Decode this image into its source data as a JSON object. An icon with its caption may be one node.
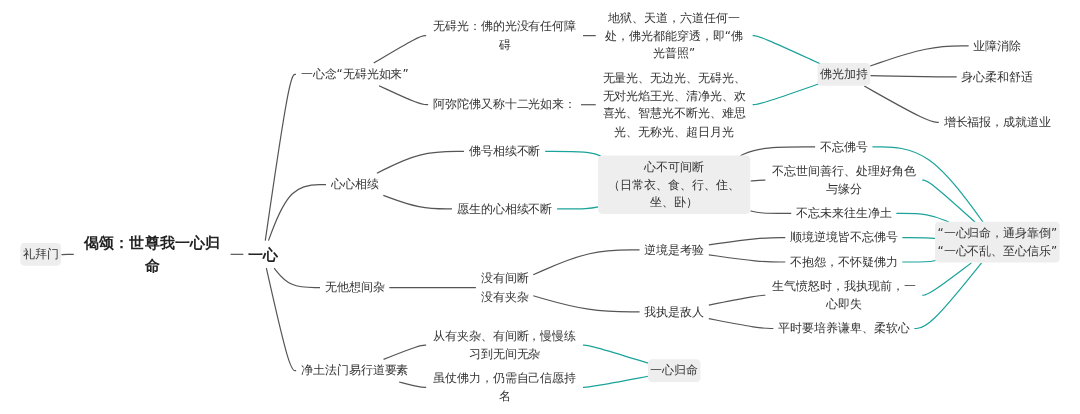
{
  "diagram": {
    "nodes": [
      {
        "text": [
          "礼拜门"
        ]
      },
      {
        "text": [
          "偈颂：世尊我一心归命"
        ]
      },
      {
        "text": [
          "一心"
        ]
      },
      {
        "text": [
          "一心念“无碍光如来”"
        ]
      },
      {
        "text": [
          "无碍光：佛的光没有任何障碍"
        ]
      },
      {
        "text": [
          "地狱、天道，六道任何一处，佛光都能穿透，即“佛光普照”"
        ]
      },
      {
        "text": [
          "阿弥陀佛又称十二光如来："
        ]
      },
      {
        "text": [
          "无量光、无边光、无碍光、无对光焰王光、清净光、欢喜光、智慧光不断光、难思光、无称光、超日月光"
        ]
      },
      {
        "text": [
          "佛光加持"
        ]
      },
      {
        "text": [
          "业障消除"
        ]
      },
      {
        "text": [
          "身心柔和舒适"
        ]
      },
      {
        "text": [
          "增长福报，成就道业"
        ]
      },
      {
        "text": [
          "心心相续"
        ]
      },
      {
        "text": [
          "佛号相续不断"
        ]
      },
      {
        "text": [
          "愿生的心相续不断"
        ]
      },
      {
        "text": [
          "心不可间断",
          "（日常衣、食、行、住、坐、卧）"
        ]
      },
      {
        "text": [
          "不忘佛号"
        ]
      },
      {
        "text": [
          "不忘世间善行、处理好角色与缘分"
        ]
      },
      {
        "text": [
          "不忘未来往生净土"
        ]
      },
      {
        "text": [
          "无他想间杂"
        ]
      },
      {
        "text": [
          "没有间断",
          "没有夹杂"
        ]
      },
      {
        "text": [
          "逆境是考验"
        ]
      },
      {
        "text": [
          "顺境逆境皆不忘佛号"
        ]
      },
      {
        "text": [
          "不抱怨，不怀疑佛力"
        ]
      },
      {
        "text": [
          "我执是敌人"
        ]
      },
      {
        "text": [
          "生气愤怒时，我执现前，一心即失"
        ]
      },
      {
        "text": [
          "平时要培养谦卑、柔软心"
        ]
      },
      {
        "text": [
          "“一心归命，通身靠倒”",
          "“一心不乱、至心信乐”"
        ]
      },
      {
        "text": [
          "净土法门易行道要素"
        ]
      },
      {
        "text": [
          "从有夹杂、有间断，慢慢练习到无间无杂"
        ]
      },
      {
        "text": [
          "虽仗佛力，仍需自己信愿持名"
        ]
      },
      {
        "text": [
          "一心归命"
        ]
      }
    ],
    "edges": [
      {
        "from": 0,
        "to": 1,
        "arrow": "none"
      },
      {
        "from": 1,
        "to": 2,
        "arrow": "none"
      },
      {
        "from": 2,
        "to": 3,
        "arrow": "none"
      },
      {
        "from": 2,
        "to": 12,
        "arrow": "none"
      },
      {
        "from": 2,
        "to": 19,
        "arrow": "none"
      },
      {
        "from": 2,
        "to": 28,
        "arrow": "none"
      },
      {
        "from": 3,
        "to": 4,
        "arrow": "none"
      },
      {
        "from": 3,
        "to": 6,
        "arrow": "none"
      },
      {
        "from": 4,
        "to": 5,
        "arrow": "none"
      },
      {
        "from": 6,
        "to": 7,
        "arrow": "none"
      },
      {
        "from": 5,
        "to": 8,
        "arrow": "none",
        "color": "#1aa39a"
      },
      {
        "from": 7,
        "to": 8,
        "arrow": "none",
        "color": "#1aa39a"
      },
      {
        "from": 8,
        "to": 9,
        "arrow": "none"
      },
      {
        "from": 8,
        "to": 10,
        "arrow": "none"
      },
      {
        "from": 8,
        "to": 11,
        "arrow": "none"
      },
      {
        "from": 12,
        "to": 13,
        "arrow": "none"
      },
      {
        "from": 12,
        "to": 14,
        "arrow": "none"
      },
      {
        "from": 13,
        "to": 15,
        "arrow": "none",
        "color": "#1aa39a"
      },
      {
        "from": 14,
        "to": 15,
        "arrow": "none",
        "color": "#1aa39a"
      },
      {
        "from": 15,
        "to": 16,
        "arrow": "none"
      },
      {
        "from": 15,
        "to": 17,
        "arrow": "none"
      },
      {
        "from": 15,
        "to": 18,
        "arrow": "none"
      },
      {
        "from": 19,
        "to": 20,
        "arrow": "none"
      },
      {
        "from": 20,
        "to": 21,
        "arrow": "none"
      },
      {
        "from": 20,
        "to": 24,
        "arrow": "none"
      },
      {
        "from": 21,
        "to": 22,
        "arrow": "none"
      },
      {
        "from": 21,
        "to": 23,
        "arrow": "none"
      },
      {
        "from": 24,
        "to": 25,
        "arrow": "none"
      },
      {
        "from": 24,
        "to": 26,
        "arrow": "none"
      },
      {
        "from": 16,
        "to": 27,
        "arrow": "none",
        "color": "#1aa39a"
      },
      {
        "from": 17,
        "to": 27,
        "arrow": "none",
        "color": "#1aa39a"
      },
      {
        "from": 18,
        "to": 27,
        "arrow": "none",
        "color": "#1aa39a"
      },
      {
        "from": 22,
        "to": 27,
        "arrow": "none",
        "color": "#1aa39a"
      },
      {
        "from": 23,
        "to": 27,
        "arrow": "none",
        "color": "#1aa39a"
      },
      {
        "from": 25,
        "to": 27,
        "arrow": "none",
        "color": "#1aa39a"
      },
      {
        "from": 26,
        "to": 27,
        "arrow": "none",
        "color": "#1aa39a"
      },
      {
        "from": 28,
        "to": 29,
        "arrow": "none"
      },
      {
        "from": 28,
        "to": 30,
        "arrow": "none"
      },
      {
        "from": 29,
        "to": 31,
        "arrow": "none",
        "color": "#1aa39a"
      },
      {
        "from": 30,
        "to": 31,
        "arrow": "none",
        "color": "#1aa39a"
      }
    ]
  }
}
